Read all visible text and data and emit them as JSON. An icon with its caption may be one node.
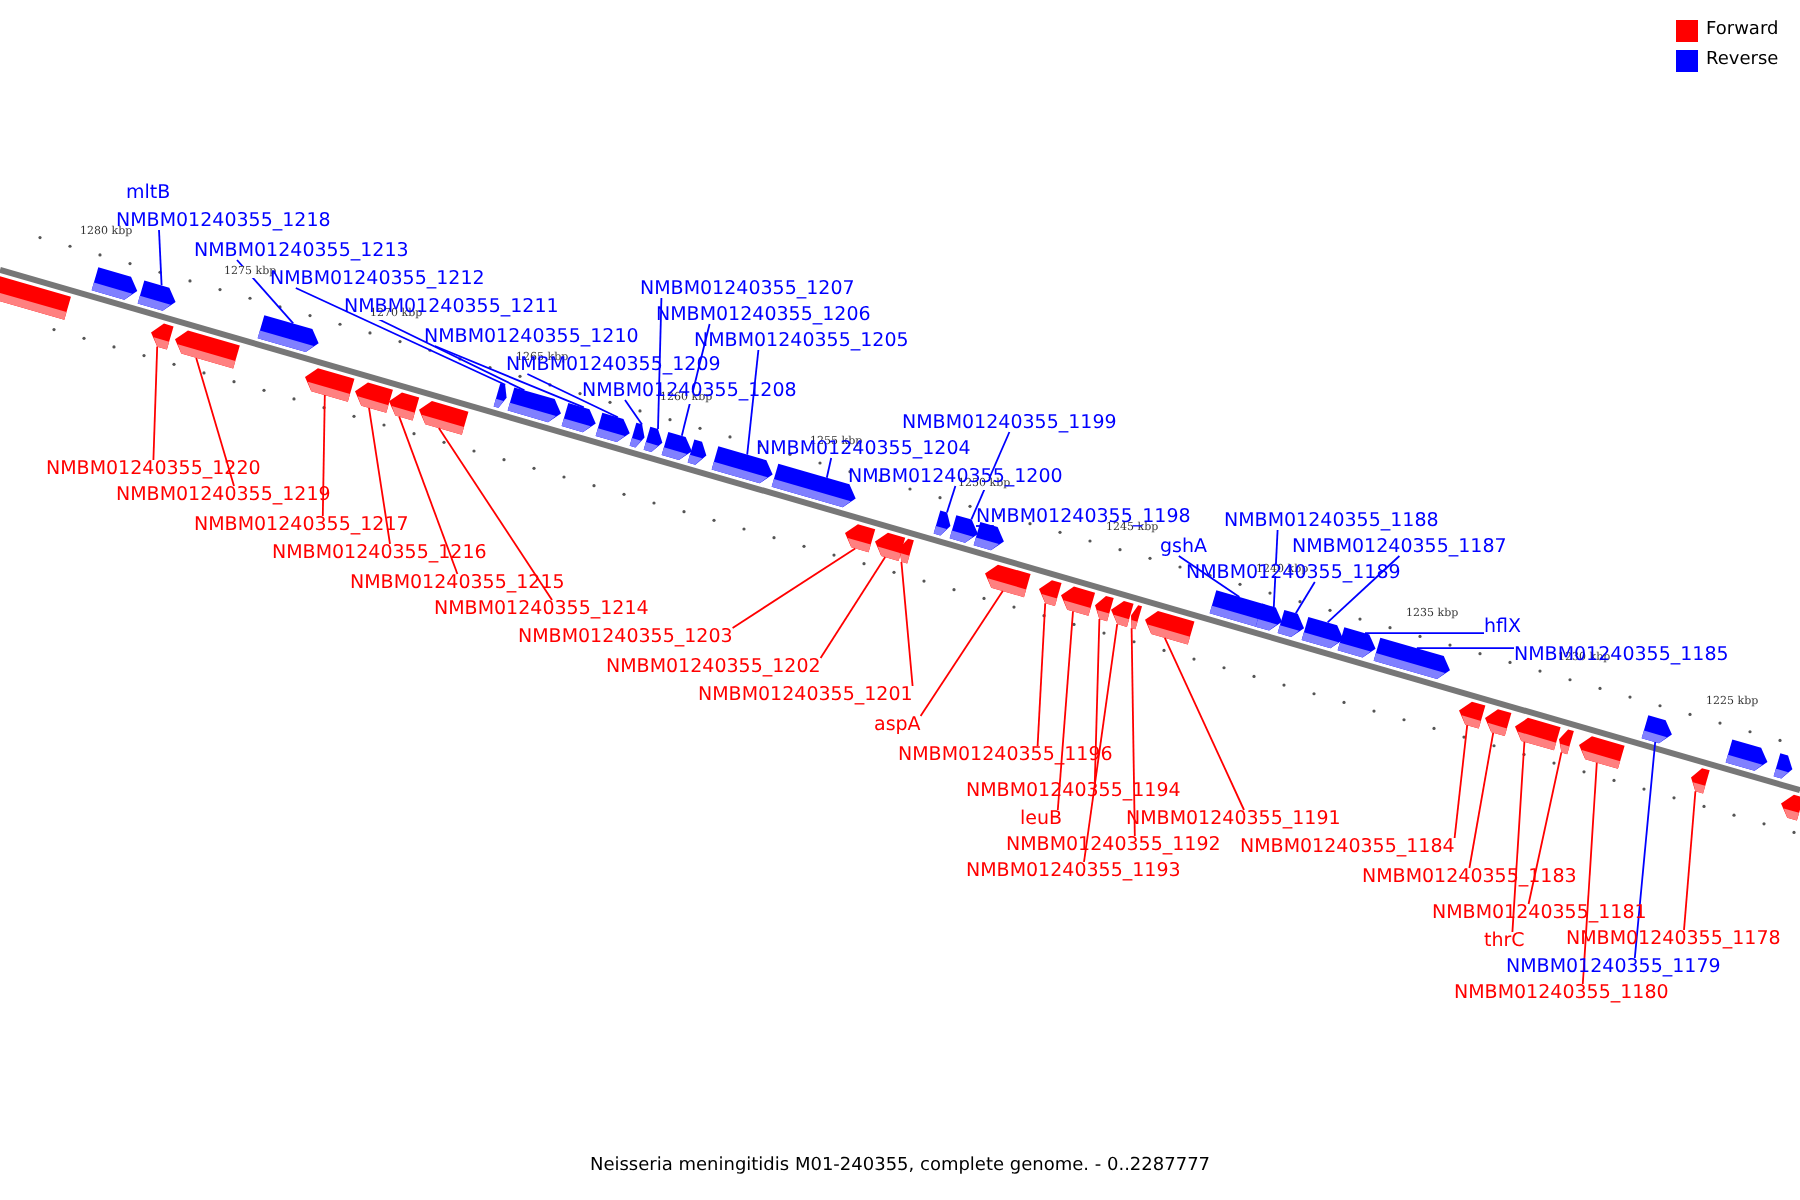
{
  "diagram": {
    "caption": "Neisseria meningitidis M01-240355, complete genome. - 0..2287777",
    "nodes": [
      {
        "text": [
          "mltB"
        ]
      },
      {
        "text": [
          "NMBM01240355_1218"
        ]
      },
      {
        "text": [
          "NMBM01240355_1213"
        ]
      },
      {
        "text": [
          "NMBM01240355_1212"
        ]
      },
      {
        "text": [
          "NMBM01240355_1207"
        ]
      },
      {
        "text": [
          "NMBM01240355_1211"
        ]
      },
      {
        "text": [
          "NMBM01240355_1206"
        ]
      },
      {
        "text": [
          "NMBM01240355_1210"
        ]
      },
      {
        "text": [
          "NMBM01240355_1205"
        ]
      },
      {
        "text": [
          "NMBM01240355_1209"
        ]
      },
      {
        "text": [
          "NMBM01240355_1208"
        ]
      },
      {
        "text": [
          "NMBM01240355_1199"
        ]
      },
      {
        "text": [
          "NMBM01240355_1204"
        ]
      },
      {
        "text": [
          "NMBM01240355_1220"
        ]
      },
      {
        "text": [
          "NMBM01240355_1200"
        ]
      },
      {
        "text": [
          "NMBM01240355_1219"
        ]
      },
      {
        "text": [
          "NMBM01240355_1198"
        ]
      },
      {
        "text": [
          "NMBM01240355_1188"
        ]
      },
      {
        "text": [
          "NMBM01240355_1217"
        ]
      },
      {
        "text": [
          "gshA"
        ]
      },
      {
        "text": [
          "NMBM01240355_1187"
        ]
      },
      {
        "text": [
          "NMBM01240355_1216"
        ]
      },
      {
        "text": [
          "NMBM01240355_1189"
        ]
      },
      {
        "text": [
          "NMBM01240355_1215"
        ]
      },
      {
        "text": [
          "NMBM01240355_1214"
        ]
      },
      {
        "text": [
          "hflX"
        ]
      },
      {
        "text": [
          "NMBM01240355_1203"
        ]
      },
      {
        "text": [
          "NMBM01240355_1185"
        ]
      },
      {
        "text": [
          "NMBM01240355_1202"
        ]
      },
      {
        "text": [
          "NMBM01240355_1201"
        ]
      },
      {
        "text": [
          "aspA"
        ]
      },
      {
        "text": [
          "NMBM01240355_1196"
        ]
      },
      {
        "text": [
          "NMBM01240355_1194"
        ]
      },
      {
        "text": [
          "leuB"
        ]
      },
      {
        "text": [
          "NMBM01240355_1191"
        ]
      },
      {
        "text": [
          "NMBM01240355_1192"
        ]
      },
      {
        "text": [
          "NMBM01240355_1184"
        ]
      },
      {
        "text": [
          "NMBM01240355_1193"
        ]
      },
      {
        "text": [
          "NMBM01240355_1183"
        ]
      },
      {
        "text": [
          "NMBM01240355_1181"
        ]
      },
      {
        "text": [
          "NMBM01240355_1178"
        ]
      },
      {
        "text": [
          "thrC"
        ]
      },
      {
        "text": [
          "NMBM01240355_1179"
        ]
      },
      {
        "text": [
          "NMBM01240355_1180"
        ]
      },
      {
        "text": [],
        "shape": "arrow"
      },
      {
        "text": [],
        "shape": "arrow"
      },
      {
        "text": [],
        "shape": "arrow"
      },
      {
        "text": [],
        "shape": "arrow"
      },
      {
        "text": [],
        "shape": "arrow"
      },
      {
        "text": [],
        "shape": "arrow"
      },
      {
        "text": [],
        "shape": "arrow"
      },
      {
        "text": [],
        "shape": "arrow"
      },
      {
        "text": [],
        "shape": "arrow"
      },
      {
        "text": [],
        "shape": "arrow"
      },
      {
        "text": [],
        "shape": "arrow"
      },
      {
        "text": [],
        "shape": "arrow"
      },
      {
        "text": [],
        "shape": "arrow"
      },
      {
        "text": [],
        "shape": "arrow"
      },
      {
        "text": [],
        "shape": "arrow"
      },
      {
        "text": [],
        "shape": "arrow"
      },
      {
        "text": [],
        "shape": "arrow"
      },
      {
        "text": [],
        "shape": "arrow"
      },
      {
        "text": [],
        "shape": "arrow"
      },
      {
        "text": [],
        "shape": "arrow"
      },
      {
        "text": [],
        "shape": "arrow"
      },
      {
        "text": [],
        "shape": "arrow"
      },
      {
        "text": [],
        "shape": "arrow"
      },
      {
        "text": [],
        "shape": "arrow"
      },
      {
        "text": [],
        "shape": "arrow"
      },
      {
        "text": [],
        "shape": "arrow"
      },
      {
        "text": [],
        "shape": "arrow"
      },
      {
        "text": [],
        "shape": "arrow"
      },
      {
        "text": [],
        "shape": "arrow"
      },
      {
        "text": [],
        "shape": "arrow"
      },
      {
        "text": [],
        "shape": "arrow"
      },
      {
        "text": [],
        "shape": "arrow"
      },
      {
        "text": [],
        "shape": "arrow"
      },
      {
        "text": [],
        "shape": "arrow"
      },
      {
        "text": [],
        "shape": "arrow"
      },
      {
        "text": [],
        "shape": "arrow"
      },
      {
        "text": [],
        "shape": "arrow"
      },
      {
        "text": [],
        "shape": "arrow"
      },
      {
        "text": [],
        "shape": "arrow"
      },
      {
        "text": [],
        "shape": "arrow"
      },
      {
        "text": [],
        "shape": "arrow"
      },
      {
        "text": [],
        "shape": "arrow"
      },
      {
        "text": [],
        "shape": "arrow"
      },
      {
        "text": [],
        "shape": "arrow"
      },
      {
        "text": [],
        "shape": "arrow"
      },
      {
        "text": [],
        "shape": "arrow"
      },
      {
        "text": [],
        "shape": "arrow"
      },
      {
        "text": [],
        "shape": "arrow"
      },
      {
        "text": [],
        "shape": "arrow"
      }
    ],
    "edges": [
      {
        "from": 1,
        "to": 46,
        "arrow": "none",
        "color": "#0000ff"
      },
      {
        "from": 2,
        "to": 49,
        "arrow": "none",
        "color": "#0000ff"
      },
      {
        "from": 3,
        "to": 54,
        "arrow": "none",
        "color": "#0000ff"
      },
      {
        "from": 4,
        "to": 59,
        "arrow": "none",
        "color": "#0000ff"
      },
      {
        "from": 5,
        "to": 55,
        "arrow": "none",
        "color": "#0000ff"
      },
      {
        "from": 6,
        "to": 60,
        "arrow": "none",
        "color": "#0000ff"
      },
      {
        "from": 7,
        "to": 56,
        "arrow": "none",
        "color": "#0000ff"
      },
      {
        "from": 8,
        "to": 62,
        "arrow": "none",
        "color": "#0000ff"
      },
      {
        "from": 9,
        "to": 57,
        "arrow": "none",
        "color": "#0000ff"
      },
      {
        "from": 10,
        "to": 58,
        "arrow": "none",
        "color": "#0000ff"
      },
      {
        "from": 11,
        "to": 68,
        "arrow": "none",
        "color": "#0000ff"
      },
      {
        "from": 12,
        "to": 63,
        "arrow": "none",
        "color": "#0000ff"
      },
      {
        "from": 13,
        "to": 47,
        "arrow": "none",
        "color": "#ff0000"
      },
      {
        "from": 14,
        "to": 67,
        "arrow": "none",
        "color": "#0000ff"
      },
      {
        "from": 15,
        "to": 48,
        "arrow": "none",
        "color": "#ff0000"
      },
      {
        "from": 16,
        "to": 69,
        "arrow": "none",
        "color": "#0000ff"
      },
      {
        "from": 17,
        "to": 78,
        "arrow": "none",
        "color": "#0000ff"
      },
      {
        "from": 18,
        "to": 50,
        "arrow": "none",
        "color": "#ff0000"
      },
      {
        "from": 19,
        "to": 77,
        "arrow": "none",
        "color": "#0000ff"
      },
      {
        "from": 20,
        "to": 80,
        "arrow": "none",
        "color": "#0000ff"
      },
      {
        "from": 21,
        "to": 51,
        "arrow": "none",
        "color": "#ff0000"
      },
      {
        "from": 22,
        "to": 79,
        "arrow": "none",
        "color": "#0000ff"
      },
      {
        "from": 23,
        "to": 52,
        "arrow": "none",
        "color": "#ff0000"
      },
      {
        "from": 24,
        "to": 53,
        "arrow": "none",
        "color": "#ff0000"
      },
      {
        "from": 25,
        "to": 81,
        "arrow": "none",
        "color": "#0000ff"
      },
      {
        "from": 26,
        "to": 64,
        "arrow": "none",
        "color": "#ff0000"
      },
      {
        "from": 27,
        "to": 82,
        "arrow": "none",
        "color": "#0000ff"
      },
      {
        "from": 28,
        "to": 65,
        "arrow": "none",
        "color": "#ff0000"
      },
      {
        "from": 29,
        "to": 66,
        "arrow": "none",
        "color": "#ff0000"
      },
      {
        "from": 30,
        "to": 70,
        "arrow": "none",
        "color": "#ff0000"
      },
      {
        "from": 31,
        "to": 71,
        "arrow": "none",
        "color": "#ff0000"
      },
      {
        "from": 32,
        "to": 73,
        "arrow": "none",
        "color": "#ff0000"
      },
      {
        "from": 33,
        "to": 72,
        "arrow": "none",
        "color": "#ff0000"
      },
      {
        "from": 34,
        "to": 76,
        "arrow": "none",
        "color": "#ff0000"
      },
      {
        "from": 35,
        "to": 75,
        "arrow": "none",
        "color": "#ff0000"
      },
      {
        "from": 36,
        "to": 83,
        "arrow": "none",
        "color": "#ff0000"
      },
      {
        "from": 37,
        "to": 74,
        "arrow": "none",
        "color": "#ff0000"
      },
      {
        "from": 38,
        "to": 84,
        "arrow": "none",
        "color": "#ff0000"
      },
      {
        "from": 39,
        "to": 86,
        "arrow": "none",
        "color": "#ff0000"
      },
      {
        "from": 40,
        "to": 89,
        "arrow": "none",
        "color": "#ff0000"
      },
      {
        "from": 41,
        "to": 85,
        "arrow": "none",
        "color": "#ff0000"
      },
      {
        "from": 42,
        "to": 88,
        "arrow": "none",
        "color": "#0000ff"
      },
      {
        "from": 43,
        "to": 87,
        "arrow": "none",
        "color": "#ff0000"
      }
    ],
    "labels": [
      "1280 kbp",
      "1275 kbp",
      "1270 kbp",
      "1265 kbp",
      "1260 kbp",
      "1255 kbp",
      "1250 kbp",
      "1245 kbp",
      "1240 kbp",
      "1235 kbp",
      "1230 kbp",
      "1225 kbp"
    ],
    "legend": [
      {
        "text": "Forward",
        "color": "#ff0000"
      },
      {
        "text": "Reverse",
        "color": "#0000ff"
      }
    ]
  }
}
